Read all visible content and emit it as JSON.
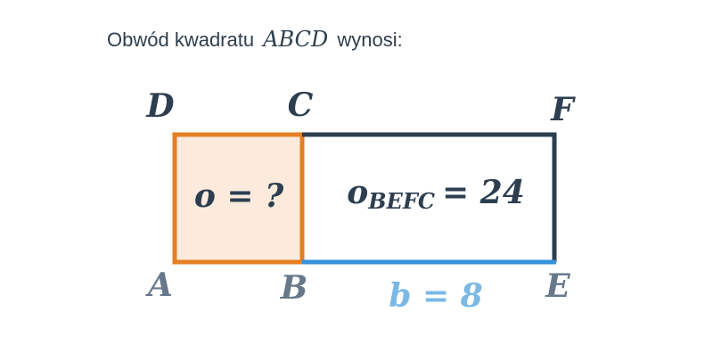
{
  "question": {
    "text_before": "Obwód kwadratu",
    "square_name": "ABCD",
    "text_after": "wynosi:"
  },
  "vertices": {
    "A": "A",
    "B": "B",
    "C": "C",
    "D": "D",
    "E": "E",
    "F": "F"
  },
  "square_label": "o = ?",
  "rectangle_label": {
    "base": "o",
    "subscript": "BEFC",
    "value": "= 24"
  },
  "side_label": "b = 8",
  "colors": {
    "text": "#2f3e4d",
    "vertex_text": "#2d3e50",
    "vertex_bottom": "#67788a",
    "square_stroke": "#e37f24",
    "square_fill": "#fcebdd",
    "rect_stroke": "#2b3e50",
    "side_highlight": "#3692d8",
    "side_label": "#7ab8e6"
  }
}
